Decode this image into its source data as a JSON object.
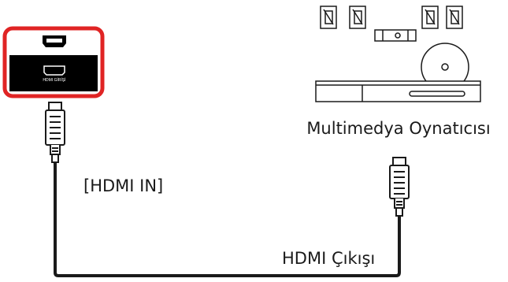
{
  "labels": {
    "hdmi_in": "[HDMI IN]",
    "port_caption": "HDMI GİRİŞİ",
    "player": "Multimedya Oynatıcısı",
    "hdmi_out": "HDMI Çıkışı"
  },
  "colors": {
    "highlight": "#e02424",
    "line": "#1a1a1a",
    "panel": "#000000"
  }
}
